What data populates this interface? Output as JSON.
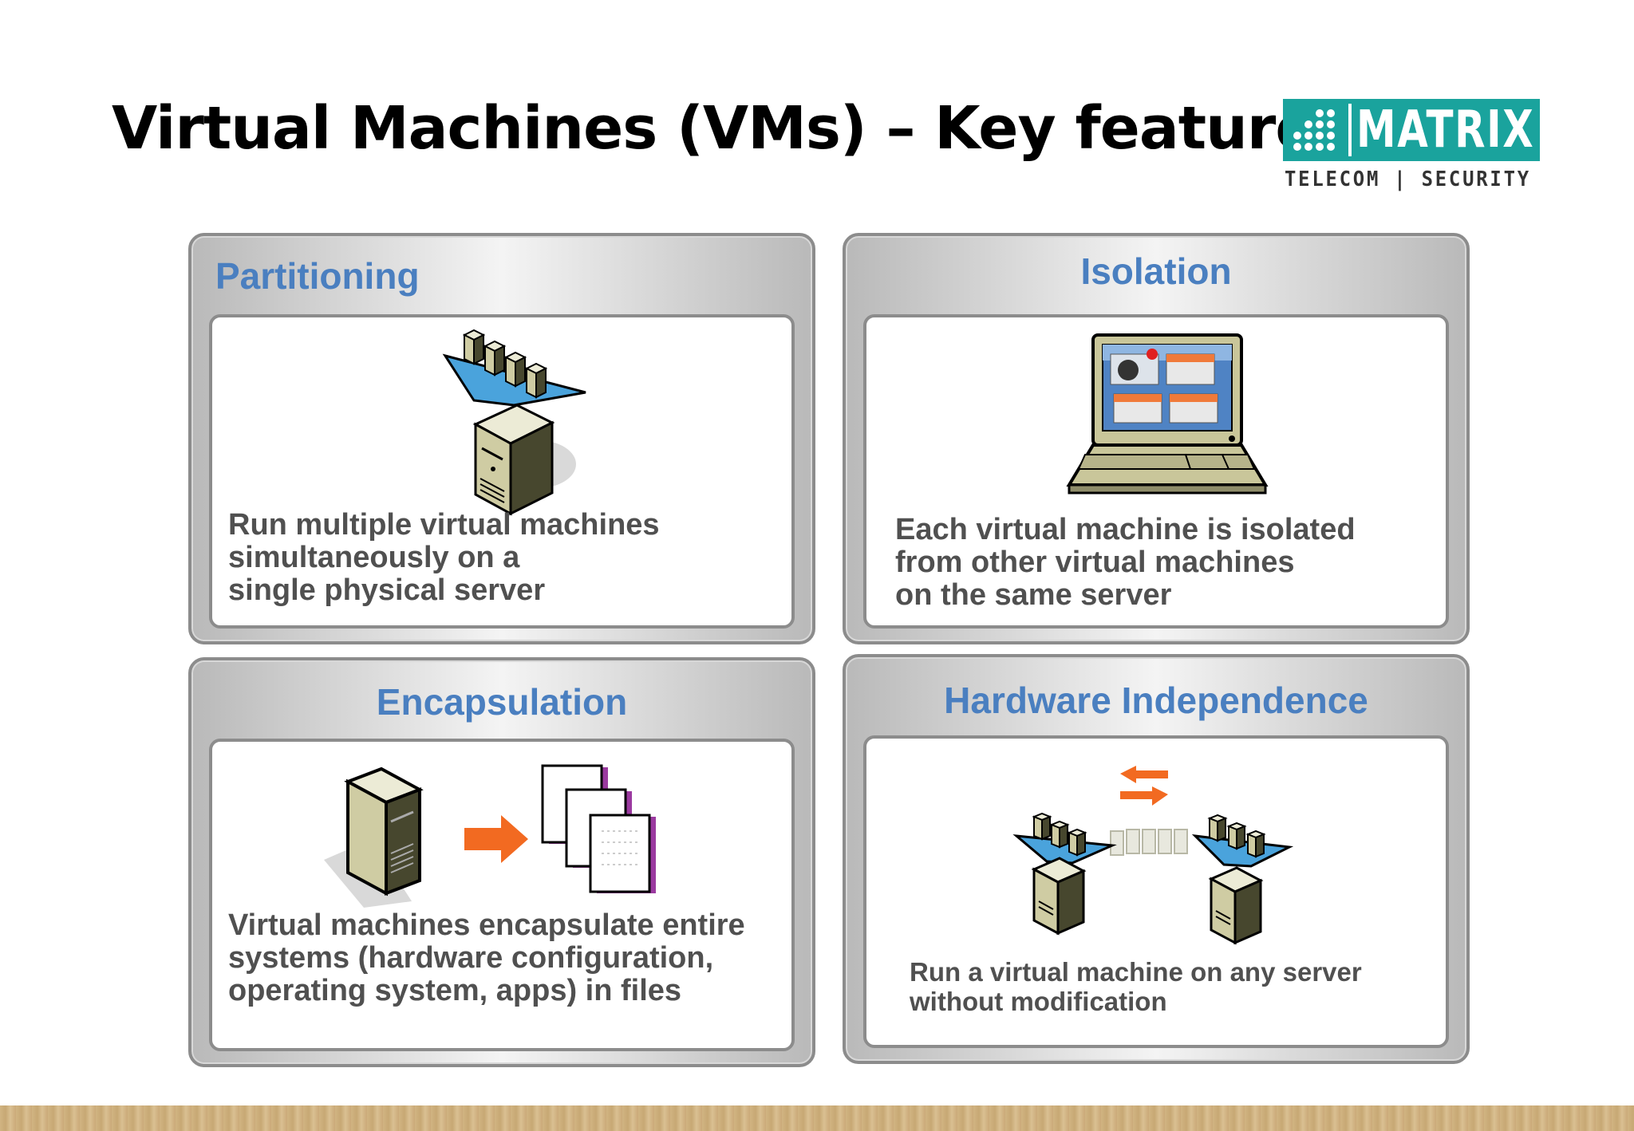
{
  "slide": {
    "title": "Virtual Machines (VMs) – Key features"
  },
  "logo": {
    "wordmark": "MATRIX",
    "tagline": "TELECOM | SECURITY",
    "color": "#1aa39d"
  },
  "panels": [
    {
      "id": "partitioning",
      "title": "Partitioning",
      "description": "Run multiple virtual machines\nsimultaneously on a\nsingle physical server",
      "icon": "server-with-virtual-machines-icon"
    },
    {
      "id": "isolation",
      "title": "Isolation",
      "description": "Each virtual machine is isolated\nfrom other virtual machines\non the same server",
      "icon": "laptop-isolated-vms-icon"
    },
    {
      "id": "encapsulation",
      "title": "Encapsulation",
      "description": "Virtual machines encapsulate entire\nsystems (hardware configuration,\noperating system, apps) in files",
      "icon": "server-to-files-icon"
    },
    {
      "id": "hardware-independence",
      "title": "Hardware Independence",
      "description": "Run a virtual machine on any server\nwithout modification",
      "icon": "vm-migration-between-servers-icon"
    }
  ],
  "colors": {
    "panel_title": "#4a7fc0",
    "description_text": "#505050",
    "panel_border": "#8c8c8c",
    "arrow": "#f26a21",
    "server_body": "#c9c69a",
    "vm_platform": "#4aa3dc"
  }
}
